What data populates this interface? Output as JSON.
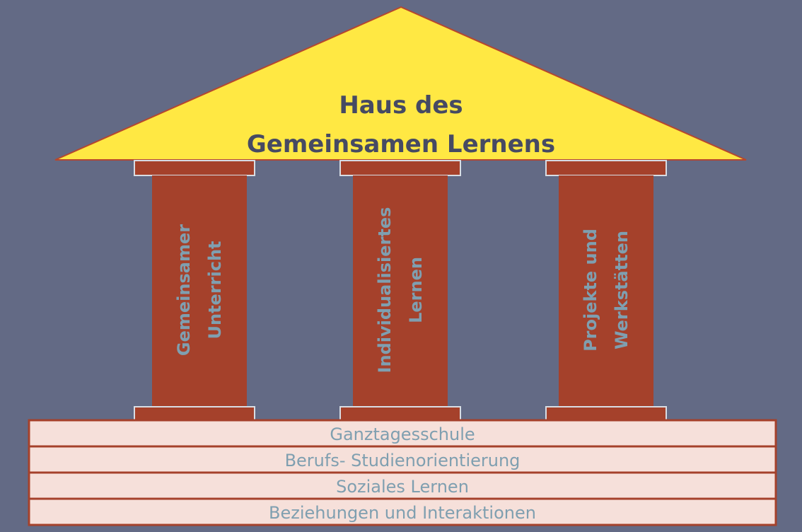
{
  "title": {
    "line1": "Haus des",
    "line2": "Gemeinsamen Lernens"
  },
  "pillars": [
    {
      "line1": "Gemeinsamer",
      "line2": "Unterricht"
    },
    {
      "line1": "Individualisiertes",
      "line2": "Lernen"
    },
    {
      "line1": "Projekte und",
      "line2": "Werkstätten"
    }
  ],
  "foundation": [
    "Ganztagesschule",
    "Berufs- Studienorientierung",
    "Soziales Lernen",
    "Beziehungen und Interaktionen"
  ],
  "colors": {
    "background": "#636a85",
    "roof": "#ffe843",
    "pillar": "#a5412b",
    "base": "#f6e0da",
    "text": "#7f9fb0",
    "title": "#464a63"
  }
}
